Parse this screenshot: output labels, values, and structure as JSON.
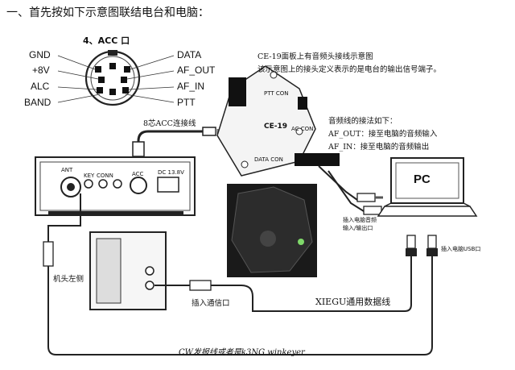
{
  "heading": "一、首先按如下示意图联结电台和电脑：",
  "acc": {
    "title": "4、ACC 口",
    "left_pins": [
      "GND",
      "+8V",
      "ALC",
      "BAND"
    ],
    "right_pins": [
      "DATA",
      "AF_OUT",
      "AF_IN",
      "PTT"
    ]
  },
  "ce19": {
    "note_line1": "CE-19面板上有音频头接线示意图",
    "note_line2": "该示意图上的接头定义表示的是电台的输出信号端子。",
    "label": "CE-19",
    "port_ptt": "PTT CON",
    "port_data": "DATA CON",
    "port_acc": "AC CON"
  },
  "acc_cable": "8芯ACC连接线",
  "audio": {
    "title": "音频线的接法如下：",
    "af_out": "AF_OUT：接至电脑的音频输入",
    "af_in": "AF_IN：接至电脑的音频输出",
    "plug_label_1": "插入电脑音频",
    "plug_label_2": "输入/输出口"
  },
  "radio": {
    "ant": "ANT",
    "key": "KEY",
    "conn": "CONN",
    "acc": "ACC",
    "dc": "DC 13.8V"
  },
  "pc": {
    "label": "PC",
    "usb_label": "插入电脑USB口"
  },
  "left_side": "机头左侧",
  "comm_port": "插入通信口",
  "xiegu_cable": "XIEGU通用数据线",
  "bottom_caption": "CW发报线或者是k3NG winkeyer"
}
